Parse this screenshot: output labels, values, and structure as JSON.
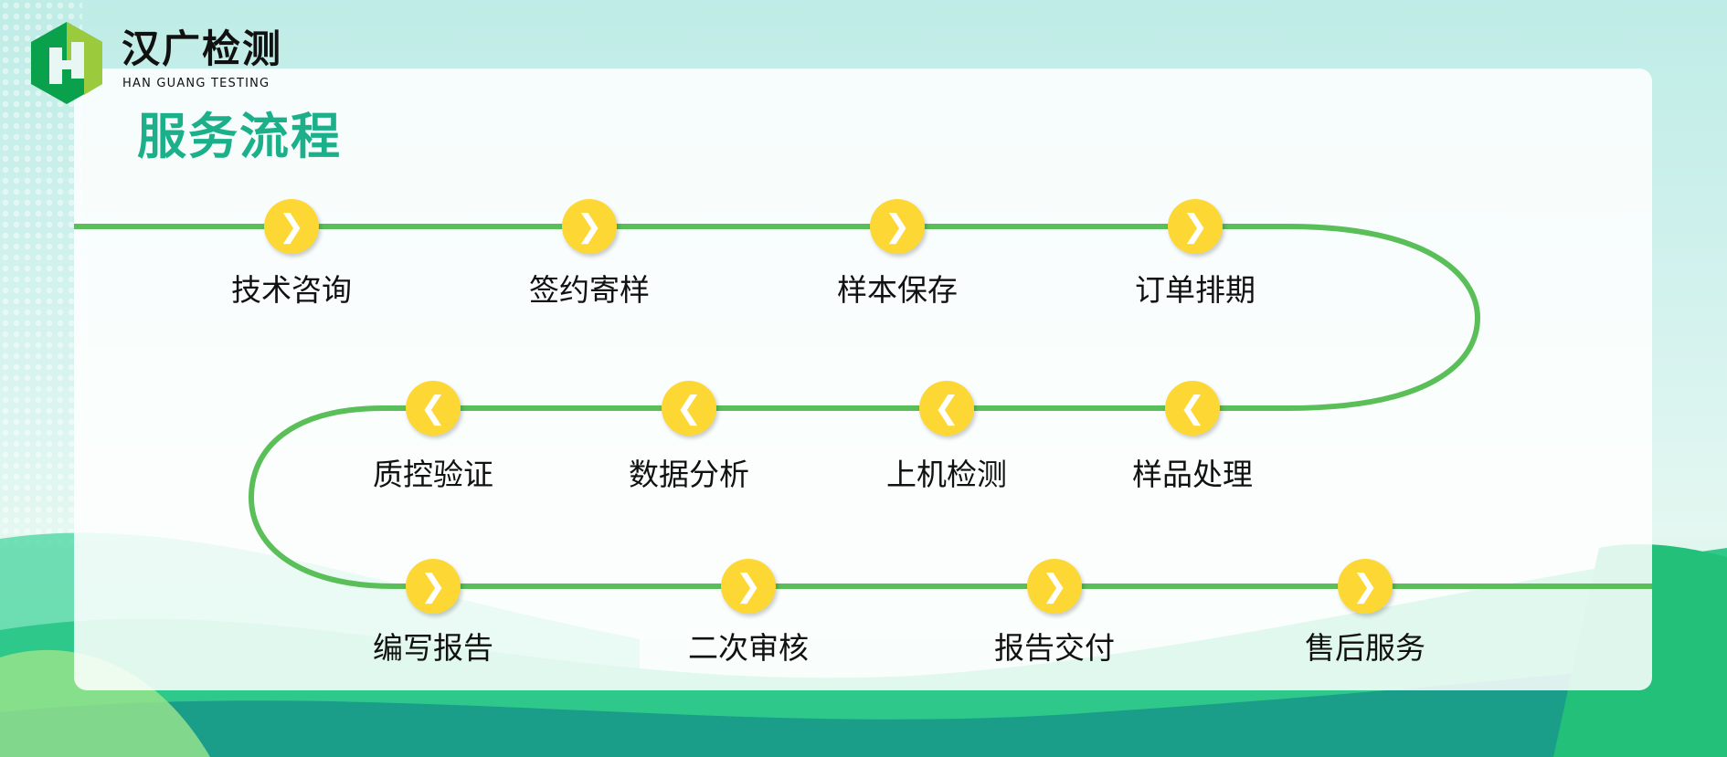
{
  "brand": {
    "name_cn": "汉广检测",
    "name_en": "HAN GUANG TESTING"
  },
  "title": "服务流程",
  "colors": {
    "line": "#5abf58",
    "node": "#fdd835",
    "title": "#1bb08a"
  },
  "steps": [
    {
      "label": "技术咨询",
      "icon": "chevron-right-icon"
    },
    {
      "label": "签约寄样",
      "icon": "chevron-right-icon"
    },
    {
      "label": "样本保存",
      "icon": "chevron-right-icon"
    },
    {
      "label": "订单排期",
      "icon": "chevron-right-icon"
    },
    {
      "label": "样品处理",
      "icon": "chevron-left-icon"
    },
    {
      "label": "上机检测",
      "icon": "chevron-left-icon"
    },
    {
      "label": "数据分析",
      "icon": "chevron-left-icon"
    },
    {
      "label": "质控验证",
      "icon": "chevron-left-icon"
    },
    {
      "label": "编写报告",
      "icon": "chevron-right-icon"
    },
    {
      "label": "二次审核",
      "icon": "chevron-right-icon"
    },
    {
      "label": "报告交付",
      "icon": "chevron-right-icon"
    },
    {
      "label": "售后服务",
      "icon": "chevron-right-icon"
    }
  ]
}
